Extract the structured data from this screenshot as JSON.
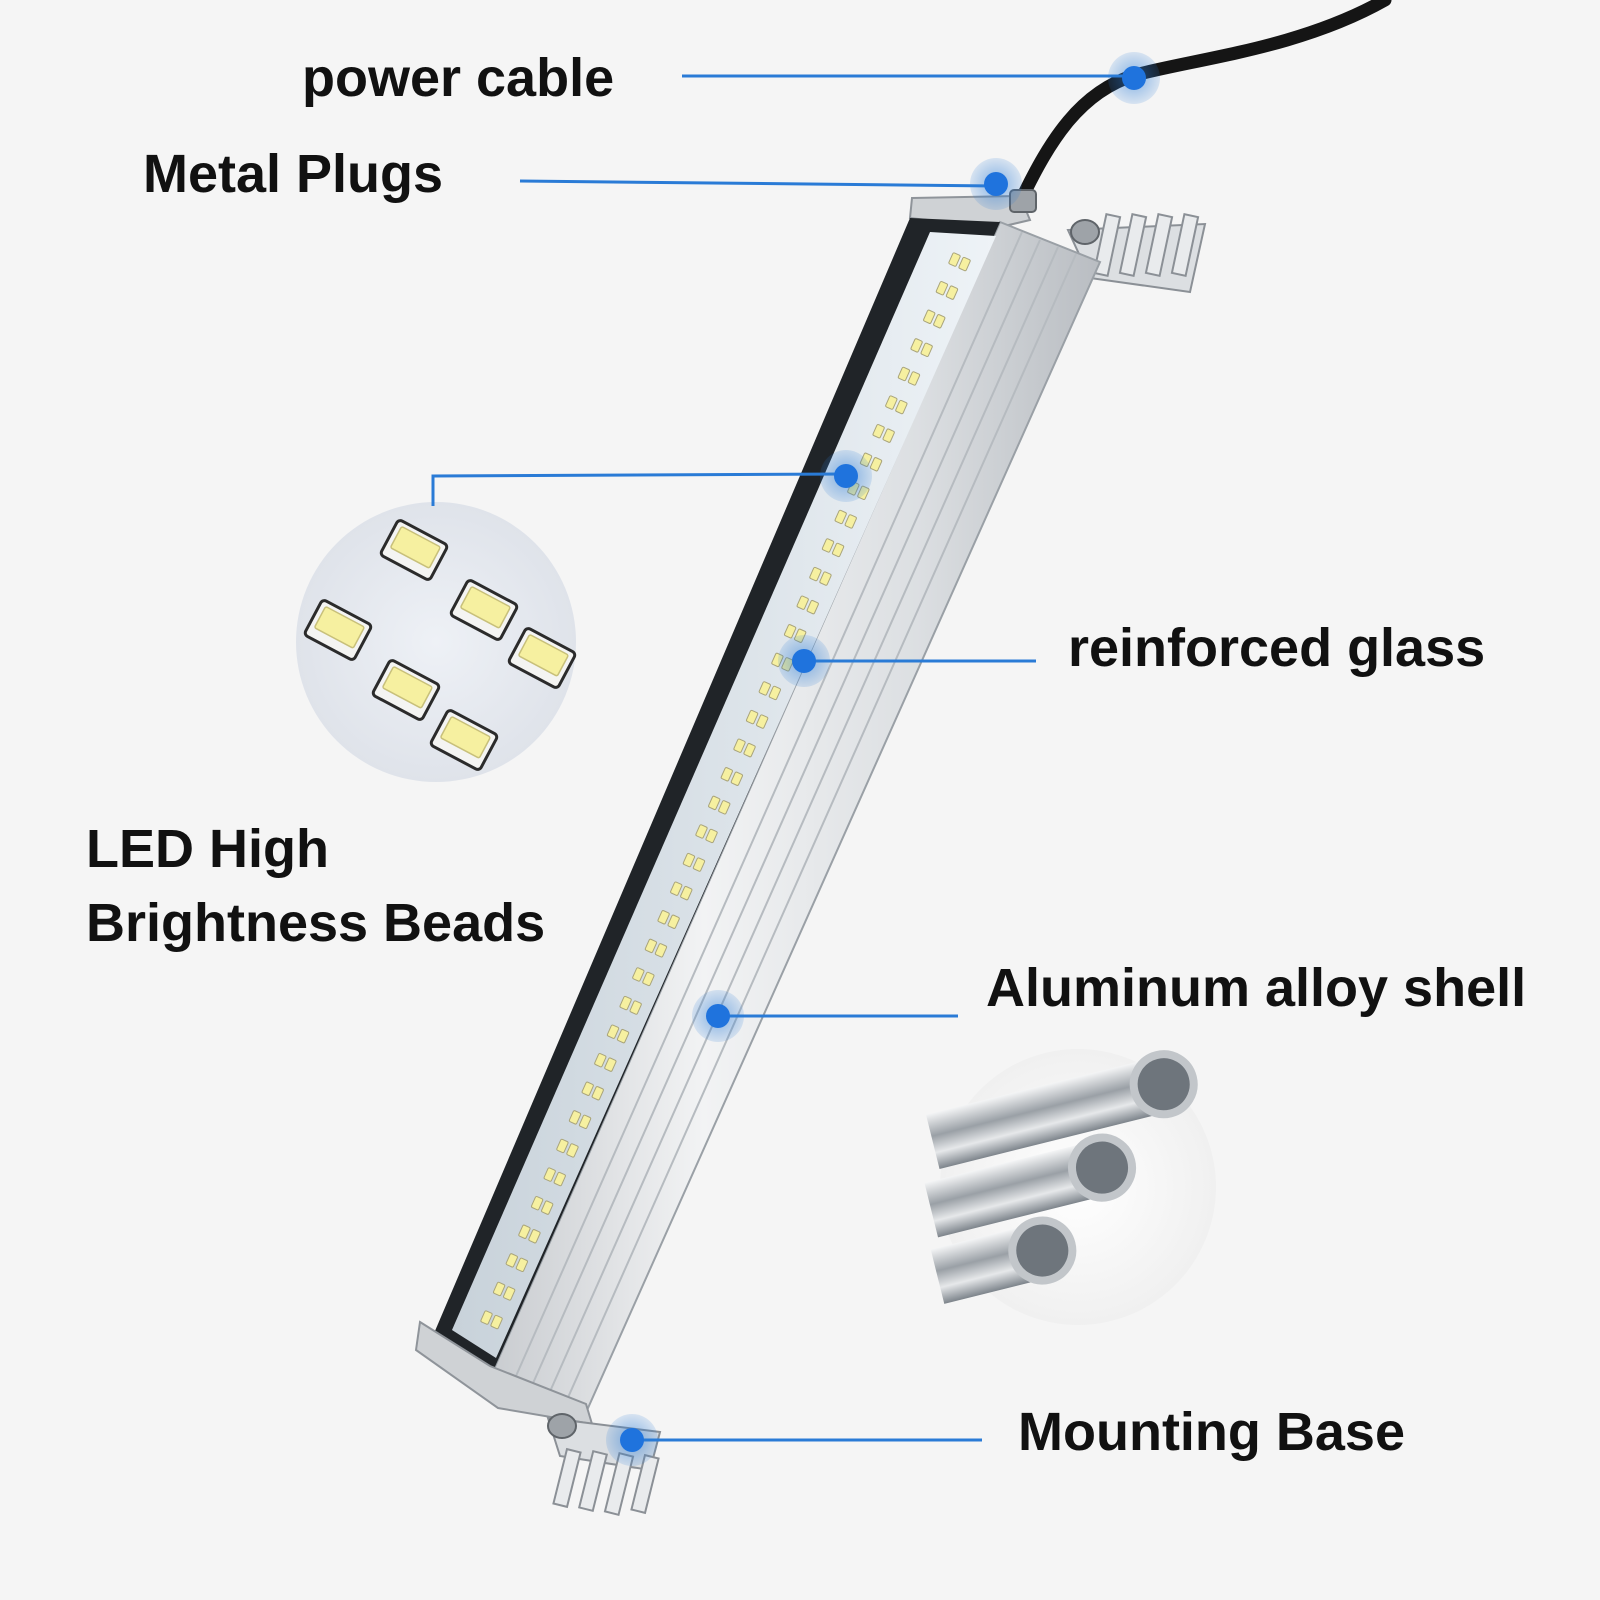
{
  "colors": {
    "background": "#f5f5f5",
    "callout_line": "#2a7bd6",
    "callout_dot": "#1f73dd",
    "text": "#111111",
    "led_bead": "#f6f0a0",
    "aluminum": "#d8dbde",
    "glass": "#dfe7ee",
    "cable": "#151515"
  },
  "labels": {
    "power_cable": "power cable",
    "metal_plugs": "Metal Plugs",
    "led_line1": "LED High",
    "led_line2": "Brightness Beads",
    "reinforced_glass": "reinforced glass",
    "aluminum_shell": "Aluminum alloy shell",
    "mounting_base": "Mounting Base"
  }
}
